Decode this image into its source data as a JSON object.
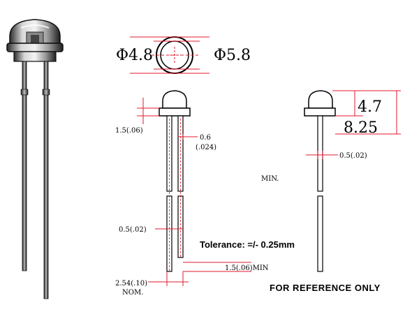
{
  "colors": {
    "dimension_line": "#e0182d",
    "outline": "#000000",
    "background": "#ffffff"
  },
  "top_view": {
    "inner_diameter": "Φ4.8",
    "outer_diameter": "Φ5.8"
  },
  "front_view": {
    "collar_height": "1.5(.06)",
    "lead_width": "0.6",
    "lead_width_inch": "(.024)",
    "lead_gap": "0.5(.02)",
    "lead_spacing": "2.54(.10)",
    "lead_spacing_note": "NOM.",
    "lead_standoff": "1.5(.06)MIN"
  },
  "side_view": {
    "dome_height": "4.7",
    "body_height": "8.25",
    "lead_thickness": "0.5(.02)",
    "min_note": "MIN."
  },
  "notes": {
    "tolerance": "Tolerance: =/- 0.25mm",
    "reference": "FOR REFERENCE ONLY"
  }
}
